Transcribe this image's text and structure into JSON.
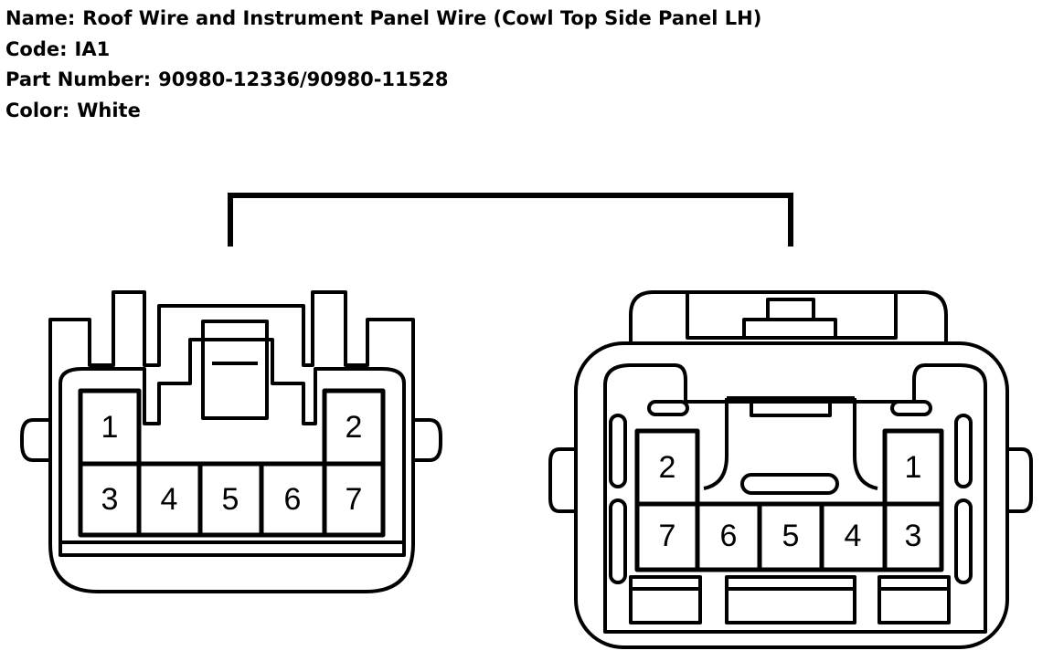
{
  "info": {
    "name_label": "Name:",
    "name_value": "Roof Wire and Instrument Panel Wire (Cowl Top Side Panel LH)",
    "code_label": "Code:",
    "code_value": "IA1",
    "part_label": "Part Number:",
    "part_value": "90980-12336/90980-11528",
    "color_label": "Color:",
    "color_value": "White"
  },
  "connectors": {
    "left": {
      "pins": [
        "1",
        "2",
        "3",
        "4",
        "5",
        "6",
        "7"
      ]
    },
    "right": {
      "pins": [
        "2",
        "1",
        "7",
        "6",
        "5",
        "4",
        "3"
      ]
    }
  }
}
